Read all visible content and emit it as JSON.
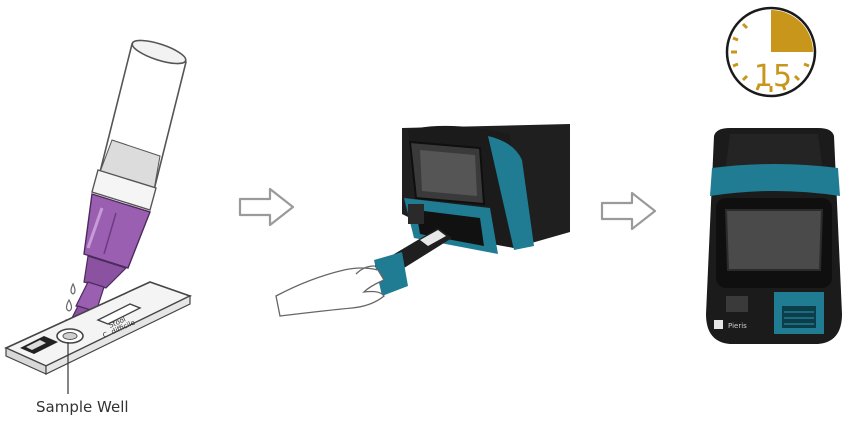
{
  "steps": [
    {
      "id": "apply-sample",
      "label": "Sample Well",
      "strip_text_1": "Stool",
      "strip_text_2": "C. difficile"
    },
    {
      "id": "insert-cartridge"
    },
    {
      "id": "wait",
      "timer_minutes": "15"
    }
  ],
  "device_brand": "Pieris",
  "colors": {
    "dropper_purple": "#9a5fb0",
    "device_teal": "#1f7c92",
    "device_black": "#1b1b1b",
    "timer_gold": "#c9961c",
    "arrow_gray": "#9a9a9a"
  },
  "icons": [
    "dropper-icon",
    "test-strip-icon",
    "arrow-right-icon",
    "reader-device-icon",
    "hand-icon",
    "timer-icon"
  ]
}
